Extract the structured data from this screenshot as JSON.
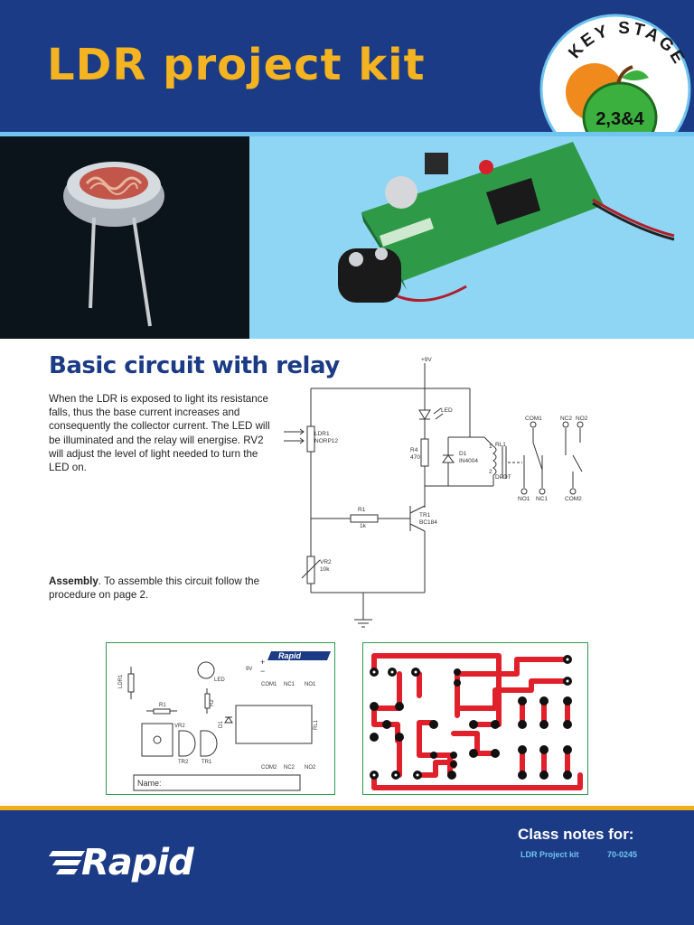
{
  "header": {
    "title": "LDR project kit"
  },
  "badge": {
    "text": "KEY STAGE",
    "stages": "2,3&4"
  },
  "section": {
    "title": "Basic circuit with relay",
    "intro": "When the LDR is exposed to light its resistance falls, thus the base current increases and consequently the collector current. The LED will be illuminated and the relay will energise. RV2 will adjust the level of light needed to turn the LED on.",
    "assembly_label": "Assembly",
    "assembly_text": ". To assemble this circuit follow the procedure on page 2."
  },
  "circuit": {
    "supply": "+9V",
    "led": "LED",
    "ldr_ref": "LDR1",
    "ldr_part": "NORP12",
    "r4_ref": "R4",
    "r4_val": "470",
    "d1_ref": "D1",
    "d1_part": "IN4004",
    "rl1_ref": "RL1",
    "rl1_part": "DPDT",
    "r1_ref": "R1",
    "r1_val": "1k",
    "tr1_ref": "TR1",
    "tr1_part": "BC184",
    "vr2_ref": "VR2",
    "vr2_val": "10k",
    "com1": "COM1",
    "nc2": "NC2",
    "no2": "NO2",
    "no1": "NO1",
    "nc1": "NC1",
    "com2": "COM2",
    "pin1": "1",
    "pin2": "2"
  },
  "layout": {
    "brand": "Rapid",
    "ldr1": "LDR1",
    "led": "LED",
    "supply": "9V",
    "plus": "+",
    "minus": "−",
    "com1": "COM1",
    "nc1": "NC1",
    "no1": "NO1",
    "r1": "R1",
    "r2": "R2",
    "d1": "D1",
    "rl1": "RL1",
    "vr2": "VR2",
    "tr2": "TR2",
    "tr1": "TR1",
    "com2": "COM2",
    "nc2": "NC2",
    "no2": "NO2",
    "name_label": "Name:"
  },
  "footer": {
    "class_notes": "Class notes for:",
    "kit_name": "LDR Project kit",
    "kit_code": "70-0245",
    "brand": "Rapid"
  },
  "colors": {
    "navy": "#1c3b86",
    "title_yellow": "#f4b320",
    "accent_orange": "#f2ae1a",
    "sky": "#6fc5ef",
    "pcb_green": "#2c9c4f",
    "pcb_red": "#e0202a"
  }
}
